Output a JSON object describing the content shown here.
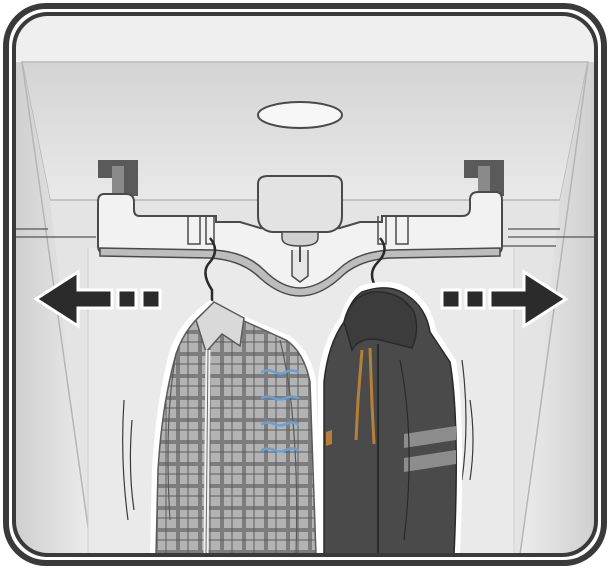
{
  "illustration": {
    "subject": "wardrobe-hanger-rail",
    "arrows": [
      "left",
      "right"
    ],
    "garments": [
      "plaid-shirt",
      "hooded-jacket"
    ],
    "colors": {
      "frame": "#3a3a3a",
      "interior": "#e6e6e6",
      "ceiling": "#d9d9d9",
      "arrow": "#2b2b2b",
      "shirt": "#a9a9a9",
      "shirt_lines": "#5f5f5f",
      "jacket": "#4a4a4a",
      "jacket_stripe": "#8d8d8d",
      "drawstring": "#b5803a",
      "vibration_marks": "#6aa0d8",
      "light": "#f4f4f4"
    }
  }
}
